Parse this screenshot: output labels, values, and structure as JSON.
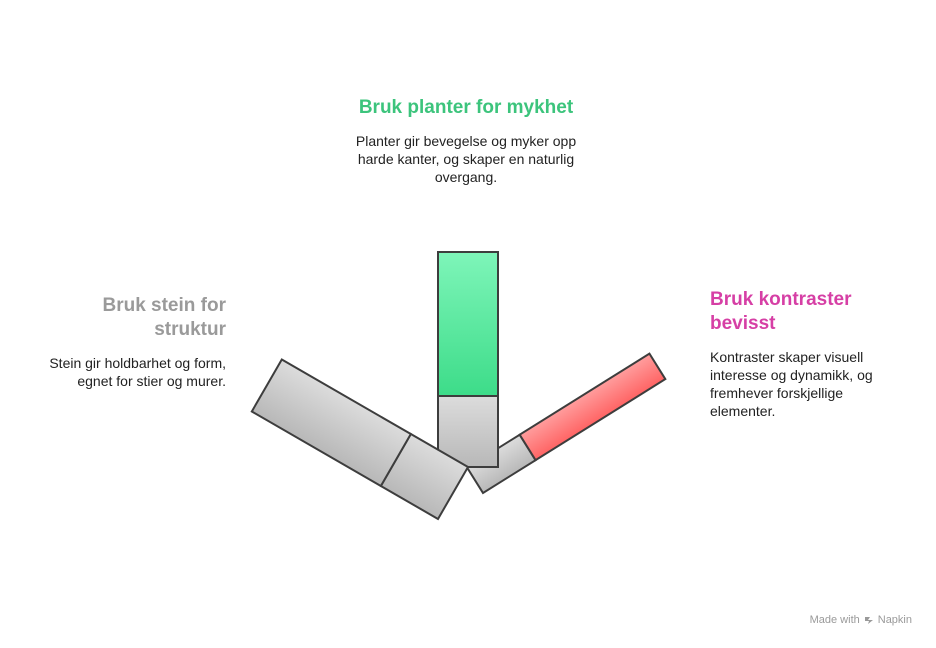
{
  "items": {
    "plants": {
      "title": "Bruk planter for mykhet",
      "description": "Planter gir bevegelse og myker opp harde kanter, og skaper en naturlig overgang.",
      "color": "#3cc47c"
    },
    "stone": {
      "title": "Bruk stein for struktur",
      "description": "Stein gir holdbarhet og form, egnet for stier og murer.",
      "color": "#9a9a9a"
    },
    "contrast": {
      "title": "Bruk kontraster bevisst",
      "description": "Kontraster skaper visuell interesse og dynamikk, og fremhever forskjellige elementer.",
      "color": "#d63fa5"
    }
  },
  "bar_colors": {
    "green_top": "#7ef5b9",
    "green_bottom": "#3ddc89",
    "red_top": "#ff9d9d",
    "red_bottom": "#ff6464",
    "gray_top": "#dcdcdc",
    "gray_bottom": "#b8b8b8"
  },
  "watermark": {
    "prefix": "Made with",
    "brand": "Napkin",
    "icon": "napkin-icon"
  }
}
